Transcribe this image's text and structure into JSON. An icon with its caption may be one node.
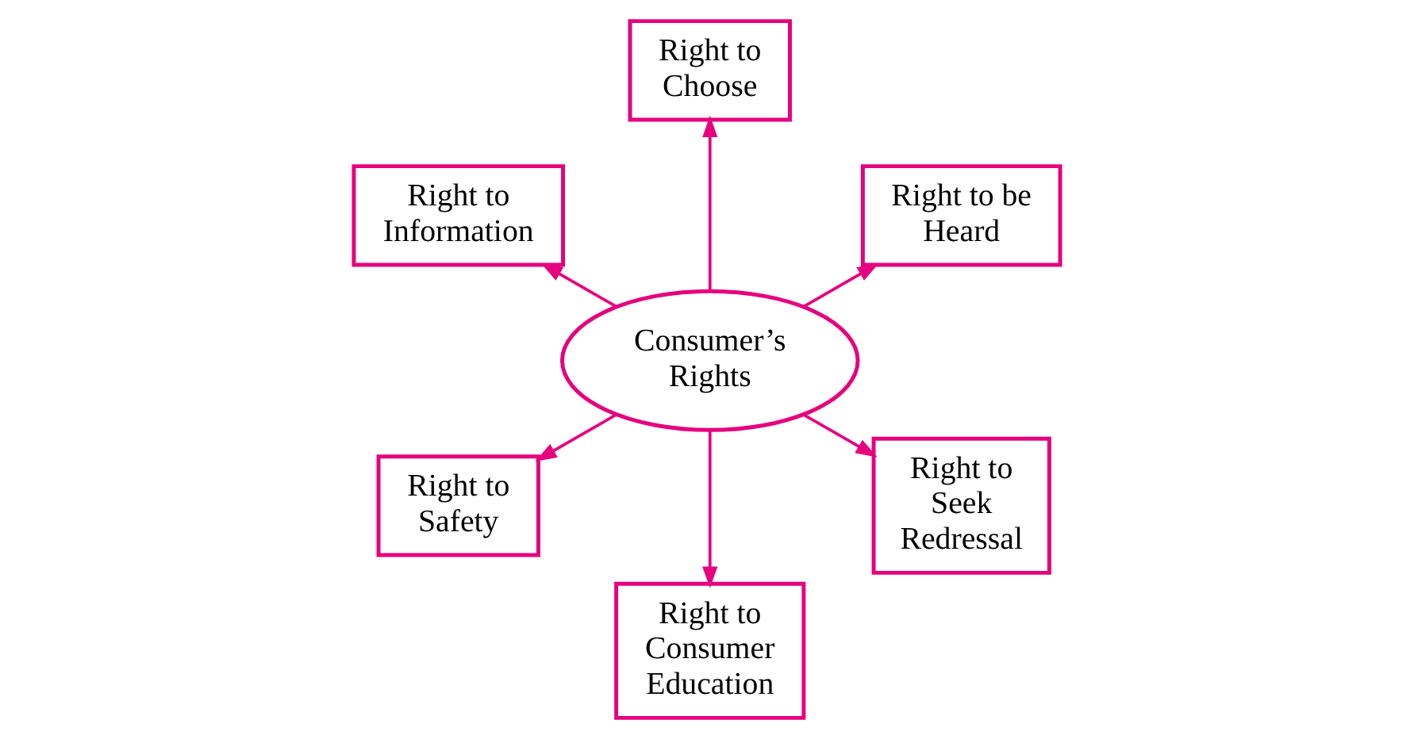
{
  "diagram": {
    "nodes": [
      {
        "text": [
          "Consumer’s Rights"
        ]
      },
      {
        "text": [
          "Right to be Heard"
        ]
      },
      {
        "text": [
          "Right to Choose"
        ]
      },
      {
        "text": [
          "Right to Information"
        ]
      },
      {
        "text": [
          "Right to Safety"
        ]
      },
      {
        "text": [
          "Right to Consumer Education"
        ]
      },
      {
        "text": [
          "Right to Seek Redressal"
        ]
      }
    ],
    "edges": [
      {
        "from": 0,
        "to": 1,
        "arrow": "to"
      },
      {
        "from": 0,
        "to": 2,
        "arrow": "to"
      },
      {
        "from": 0,
        "to": 3,
        "arrow": "to"
      },
      {
        "from": 0,
        "to": 4,
        "arrow": "to"
      },
      {
        "from": 0,
        "to": 5,
        "arrow": "to"
      },
      {
        "from": 0,
        "to": 6,
        "arrow": "to"
      }
    ]
  }
}
